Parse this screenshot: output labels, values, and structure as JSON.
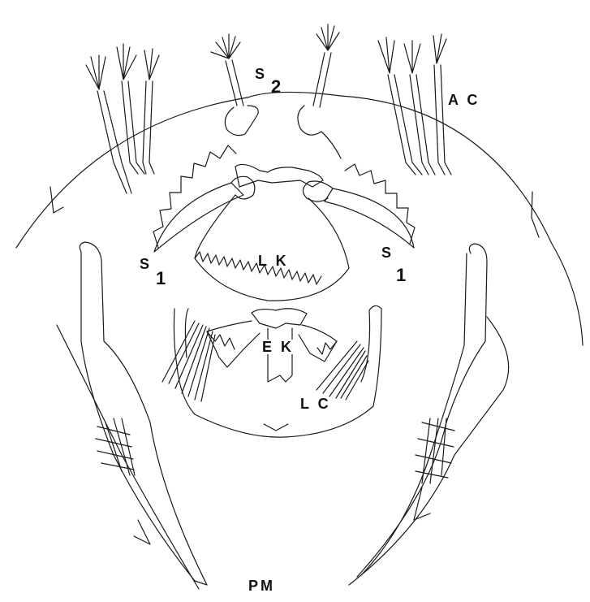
{
  "figure": {
    "labels": {
      "s2_letter": "S",
      "s2_sub": "2",
      "ac": "A C",
      "s1_left_letter": "S",
      "s1_left_sub": "1",
      "s1_right_letter": "S",
      "s1_right_sub": "1",
      "lk": "L K",
      "ek": "E K",
      "lc": "L C",
      "pm": "PM"
    },
    "ink_color": "#1a1a1a",
    "background": "#ffffff"
  }
}
